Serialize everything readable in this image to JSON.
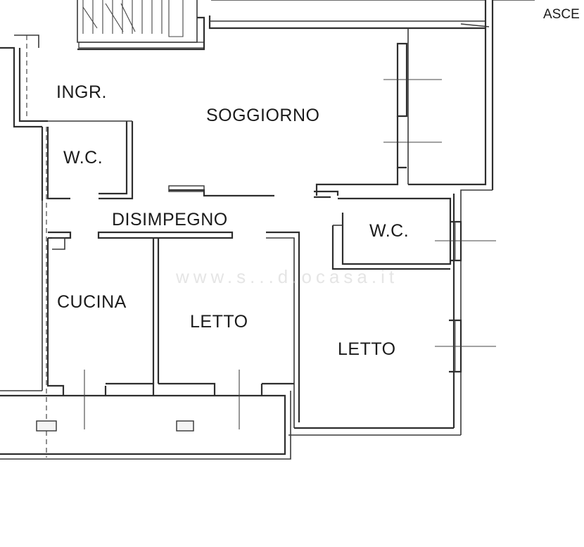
{
  "labels": {
    "elevator": "ASCE",
    "entrance": "INGR.",
    "living_room": "SOGGIORNO",
    "wc_1": "W.C.",
    "hallway": "DISIMPEGNO",
    "wc_2": "W.C.",
    "kitchen": "CUCINA",
    "bedroom_1": "LETTO",
    "bedroom_2": "LETTO"
  },
  "watermark": "www.s...d.ocasa.it"
}
